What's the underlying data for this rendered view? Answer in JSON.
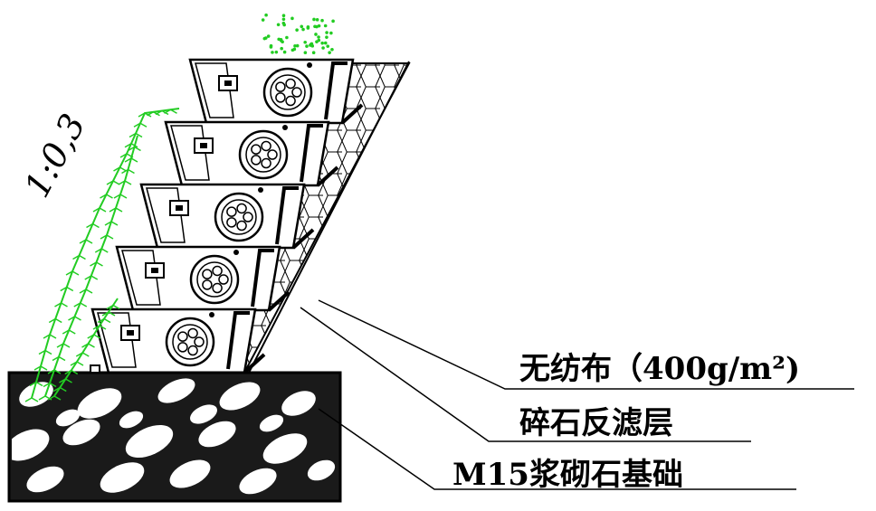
{
  "diagram": {
    "slope_ratio": "1:0,3",
    "callouts": {
      "geotextile": "无纺布（400g/m²)",
      "gravel_filter": "碎石反滤层",
      "foundation": "M15浆砌石基础"
    },
    "colors": {
      "line": "#000000",
      "vegetation": "#22cc22",
      "background": "#ffffff"
    },
    "block_count": 5
  }
}
